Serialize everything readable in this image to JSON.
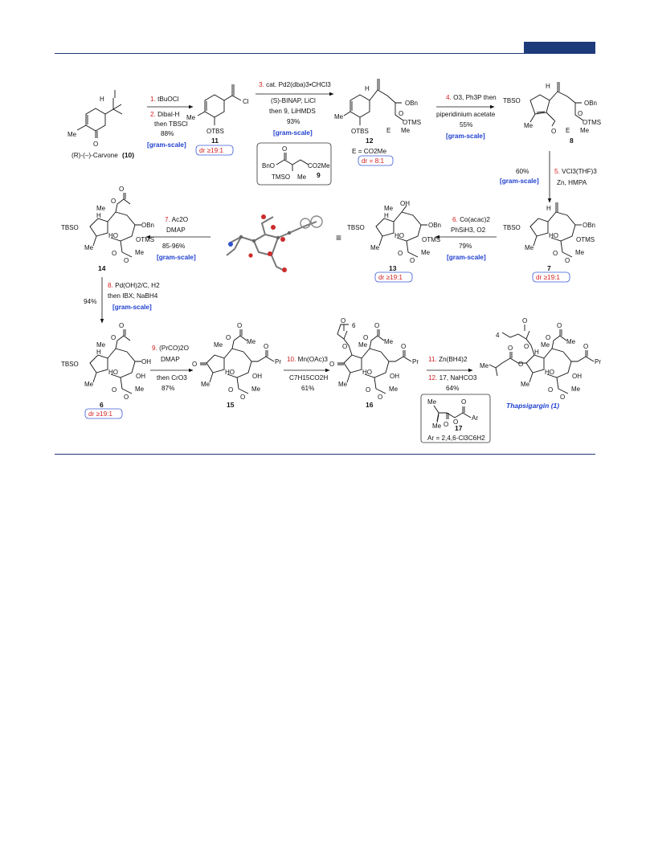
{
  "compounds": {
    "c10": {
      "label": "(R)-(–)-Carvone",
      "number": "(10)",
      "atoms": [
        "H",
        "Me",
        "O"
      ]
    },
    "c11": {
      "number": "11",
      "atoms": [
        "Cl",
        "Me",
        "OTBS"
      ],
      "dr": "dr ≥19:1"
    },
    "c12": {
      "number": "12",
      "atoms": [
        "H",
        "OBn",
        "Me",
        "O",
        "OTMS",
        "OTBS",
        "E",
        "Me"
      ],
      "note": "E = CO2Me",
      "dr": "dr = 8:1"
    },
    "c8": {
      "number": "8",
      "atoms": [
        "H",
        "TBSO",
        "OBn",
        "O",
        "OTMS",
        "Me",
        "O",
        "E",
        "Me"
      ]
    },
    "c9": {
      "number": "9",
      "atoms": [
        "O",
        "BnO",
        "CO2Me",
        "TMSO",
        "Me"
      ]
    },
    "c7": {
      "number": "7",
      "atoms": [
        "H",
        "TBSO",
        "OBn",
        "HO",
        "OTMS",
        "Me",
        "O",
        "Me",
        "O"
      ],
      "dr": "dr ≥19:1"
    },
    "c13": {
      "number": "13",
      "atoms": [
        "Me",
        "OH",
        "H",
        "TBSO",
        "OBn",
        "HO",
        "OTMS",
        "Me",
        "O",
        "Me",
        "O"
      ],
      "dr": "dr ≥19:1"
    },
    "c14": {
      "number": "14",
      "atoms": [
        "O",
        "Me",
        "O",
        "H",
        "TBSO",
        "OBn",
        "HO",
        "OTMS",
        "Me",
        "O",
        "Me",
        "O"
      ]
    },
    "c6": {
      "number": "6",
      "atoms": [
        "O",
        "Me",
        "O",
        "H",
        "TBSO",
        "OH",
        "HO",
        "OH",
        "Me",
        "O",
        "Me",
        "O"
      ],
      "dr": "dr ≥19:1"
    },
    "c15": {
      "number": "15",
      "atoms": [
        "Me",
        "O",
        "Me",
        "O",
        "O",
        "Pr",
        "O",
        "HO",
        "OH",
        "Me",
        "O",
        "Me",
        "O"
      ]
    },
    "c16": {
      "number": "16",
      "atoms": [
        "O",
        "6",
        "O",
        "Me",
        "O",
        "Me",
        "O",
        "O",
        "Pr",
        "O",
        "HO",
        "OH",
        "Me",
        "O",
        "Me",
        "O"
      ]
    },
    "c17": {
      "number": "17",
      "atoms": [
        "Me",
        "O",
        "O",
        "Ar",
        "O",
        "Me"
      ],
      "note": "Ar = 2,4,6-Cl3C6H2"
    },
    "c1": {
      "name": "Thapsigargin (1)",
      "atoms": [
        "O",
        "4",
        "O",
        "Me",
        "O",
        "Me",
        "O",
        "Me",
        "O",
        "O",
        "Pr",
        "H",
        "O",
        "HO",
        "OH",
        "Me",
        "O",
        "Me",
        "O"
      ]
    }
  },
  "steps": {
    "s1": {
      "n": "1.",
      "text": "tBuOCl"
    },
    "s2": {
      "n": "2.",
      "text": "Dibal-H",
      "line2": "then TBSCl",
      "yield": "88%",
      "scale": "[gram-scale]"
    },
    "s3": {
      "n": "3.",
      "text": "cat. Pd2(dba)3•CHCl3",
      "line2": "(S)-BINAP, LiCl",
      "line3": "then 9, LiHMDS",
      "yield": "93%",
      "scale": "[gram-scale]"
    },
    "s4": {
      "n": "4.",
      "text": "O3, Ph3P then",
      "line2": "piperidinium acetate",
      "yield": "55%",
      "scale": "[gram-scale]"
    },
    "s5": {
      "n": "5.",
      "text": "VCl3(THF)3",
      "line2": "Zn, HMPA",
      "yield": "60%",
      "scale": "[gram-scale]"
    },
    "s6": {
      "n": "6.",
      "text": "Co(acac)2",
      "line2": "PhSiH3, O2",
      "yield": "79%",
      "scale": "[gram-scale]"
    },
    "s7": {
      "n": "7.",
      "text": "Ac2O",
      "line2": "DMAP",
      "yield": "85-96%",
      "scale": "[gram-scale]"
    },
    "s8": {
      "n": "8.",
      "text": "Pd(OH)2/C, H2",
      "line2": "then IBX; NaBH4",
      "yield": "94%",
      "scale": "[gram-scale]"
    },
    "s9": {
      "n": "9.",
      "text": "(PrCO)2O",
      "line2": "DMAP",
      "line3": "then CrO3",
      "yield": "87%"
    },
    "s10": {
      "n": "10.",
      "text": "Mn(OAc)3",
      "line2": "C7H15CO2H",
      "yield": "61%"
    },
    "s11": {
      "n": "11.",
      "text": "Zn(BH4)2"
    },
    "s12": {
      "n": "12.",
      "text": "17, NaHCO3",
      "yield": "64%"
    }
  },
  "misc": {
    "equiv": "≡"
  }
}
